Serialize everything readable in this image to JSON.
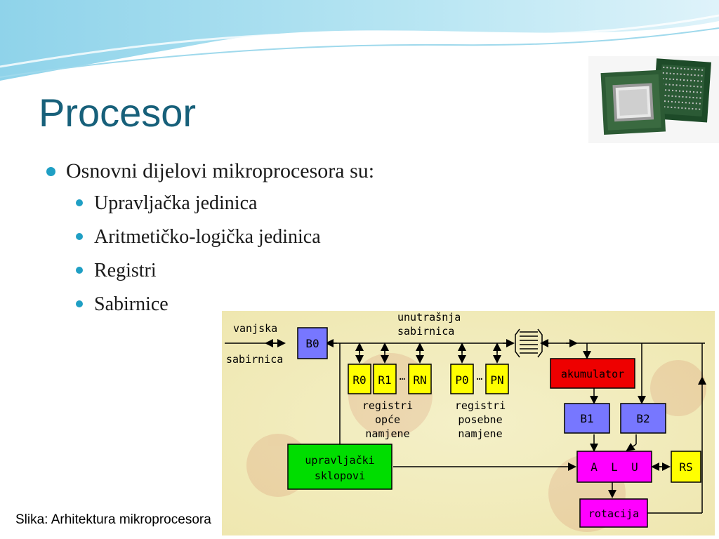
{
  "slide": {
    "title": "Procesor",
    "main_bullet": "Osnovni dijelovi mikroprocesora su:",
    "sub_bullets": [
      "Upravljačka jedinica",
      "Aritmetičko-logička jedinica",
      "Registri",
      "Sabirnice"
    ],
    "caption": "Slika: Arhitektura mikroprocesora"
  },
  "diagram": {
    "external_bus_1": "vanjska",
    "external_bus_2": "sabirnica",
    "internal_bus_1": "unutrašnja",
    "internal_bus_2": "sabirnica",
    "b0": "B0",
    "r0": "R0",
    "r1": "R1",
    "rn": "RN",
    "ellipsis": "…",
    "p0": "P0",
    "pn": "PN",
    "gp_registers_1": "registri",
    "gp_registers_2": "opće",
    "gp_registers_3": "namjene",
    "sp_registers_1": "registri",
    "sp_registers_2": "posebne",
    "sp_registers_3": "namjene",
    "accumulator": "akumulator",
    "b1": "B1",
    "b2": "B2",
    "control_1": "upravljački",
    "control_2": "sklopovi",
    "alu": "A  L  U",
    "rs": "RS",
    "rotation": "rotacija"
  },
  "colors": {
    "title": "#17607a",
    "bullet": "#1f9fc4",
    "reg_yellow": "#ffff00",
    "reg_blue": "#7777ff",
    "accumulator_red": "#ee0000",
    "control_green": "#00dd00",
    "alu_magenta": "#ff00ff"
  }
}
